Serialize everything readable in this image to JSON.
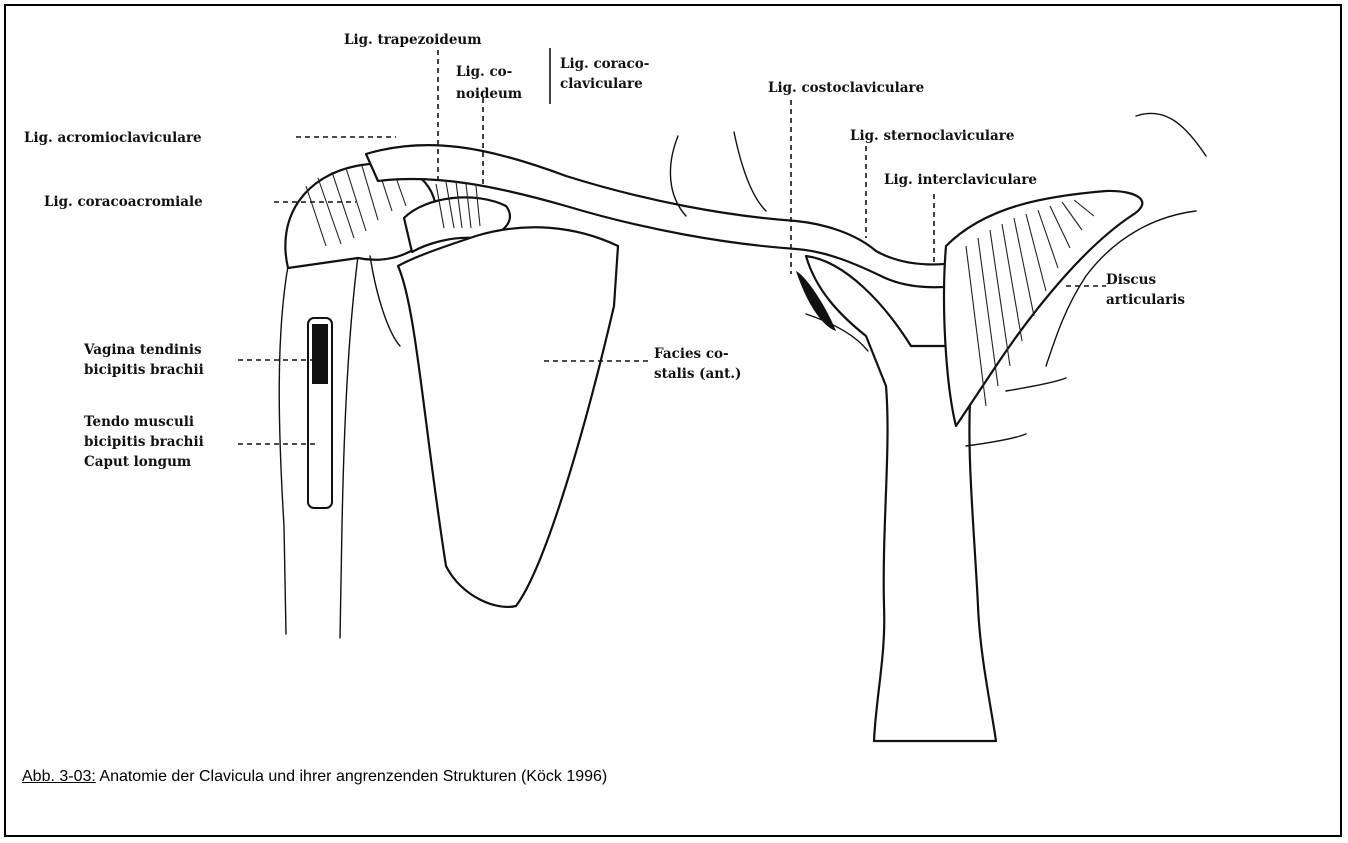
{
  "labels": {
    "lig_trapezoideum": "Lig. trapezoideum",
    "lig_conoideum_1": "Lig. co-",
    "lig_conoideum_2": "noideum",
    "lig_coracoclaviculare_1": "Lig. coraco-",
    "lig_coracoclaviculare_2": "claviculare",
    "lig_costoclaviculare": "Lig. costoclaviculare",
    "lig_sternoclaviculare": "Lig. sternoclaviculare",
    "lig_interclaviculare": "Lig. interclaviculare",
    "lig_acromioclaviculare": "Lig. acromioclaviculare",
    "lig_coracoacromiale": "Lig. coracoacromiale",
    "vagina_1": "Vagina tendinis",
    "vagina_2": "bicipitis brachii",
    "tendo_1": "Tendo musculi",
    "tendo_2": "bicipitis brachii",
    "tendo_3": "Caput longum",
    "facies_1": "Facies co-",
    "facies_2": "stalis (ant.)",
    "discus_1": "Discus",
    "discus_2": "articularis"
  },
  "caption": {
    "number": "Abb. 3-03:",
    "text": " Anatomie der Clavicula und ihrer angrenzenden Strukturen (Köck 1996)"
  }
}
